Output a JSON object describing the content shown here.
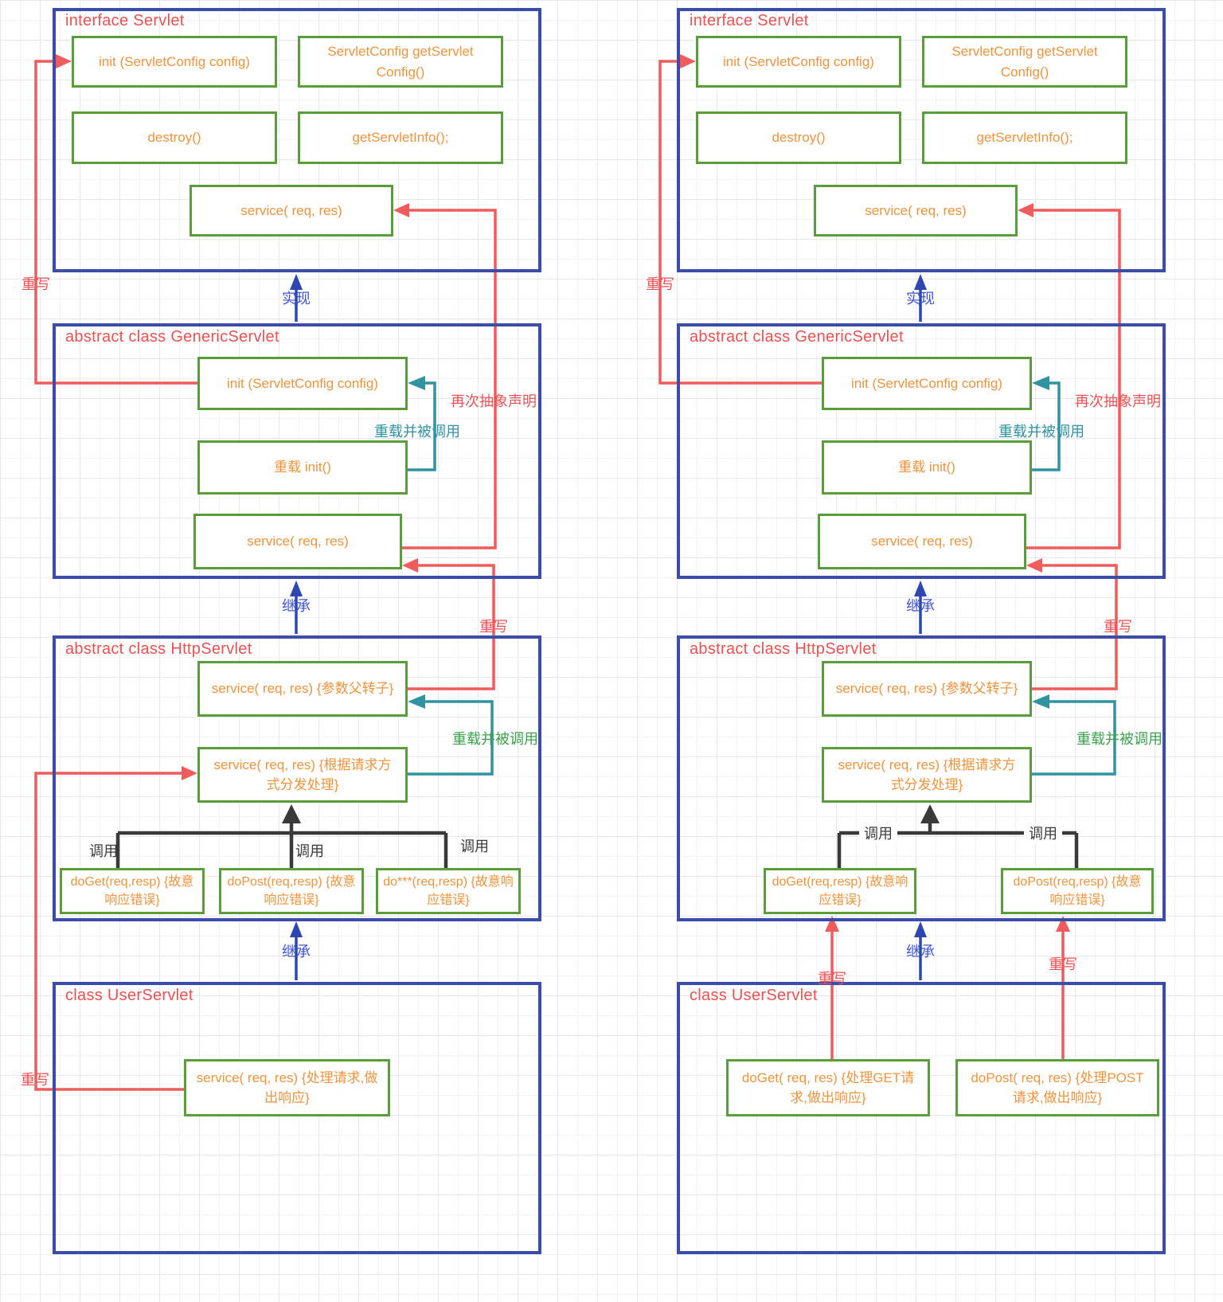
{
  "t": {
    "interface": "interface Servlet",
    "generic": "abstract class GenericServlet",
    "http": "abstract class HttpServlet",
    "user": "class UserServlet"
  },
  "m": {
    "init": "init (ServletConfig config)",
    "gsc": "ServletConfig getServlet Config()",
    "destroy": "destroy()",
    "gsi": "getServletInfo();",
    "service": "service( req,  res)",
    "reload_init": "重载 init()",
    "service_param": "service( req,  res) {参数父转子}",
    "service_dispatch": "service( req,  res) {根据请求方式分发处理}",
    "doget_err": "doGet(req,resp) {故意响应错误}",
    "dopost_err": "doPost(req,resp) {故意响应错误}",
    "dostar_err": "do***(req,resp) {故意响应错误}",
    "user_service": "service( req,  res) {处理请求,做出响应}",
    "user_doget": "doGet( req,  res) {处理GET请求,做出响应}",
    "user_dopost": "doPost( req,  res) {处理POST请求,做出响应}"
  },
  "l": {
    "impl": "实现",
    "inherit": "继承",
    "override": "重写",
    "redeclare": "再次抽象声明",
    "reload_called": "重载并被调用",
    "call": "调用"
  },
  "colors": {
    "panel_border": "#3b4da9",
    "method_border": "#5a9e3c",
    "method_text": "#f2933a",
    "title_red": "#ed5151",
    "line_red": "#f05c5c",
    "line_teal": "#2f93a0",
    "line_blue": "#2e46b0",
    "line_black": "#3a3a3a",
    "label_green": "#3aa34c"
  }
}
